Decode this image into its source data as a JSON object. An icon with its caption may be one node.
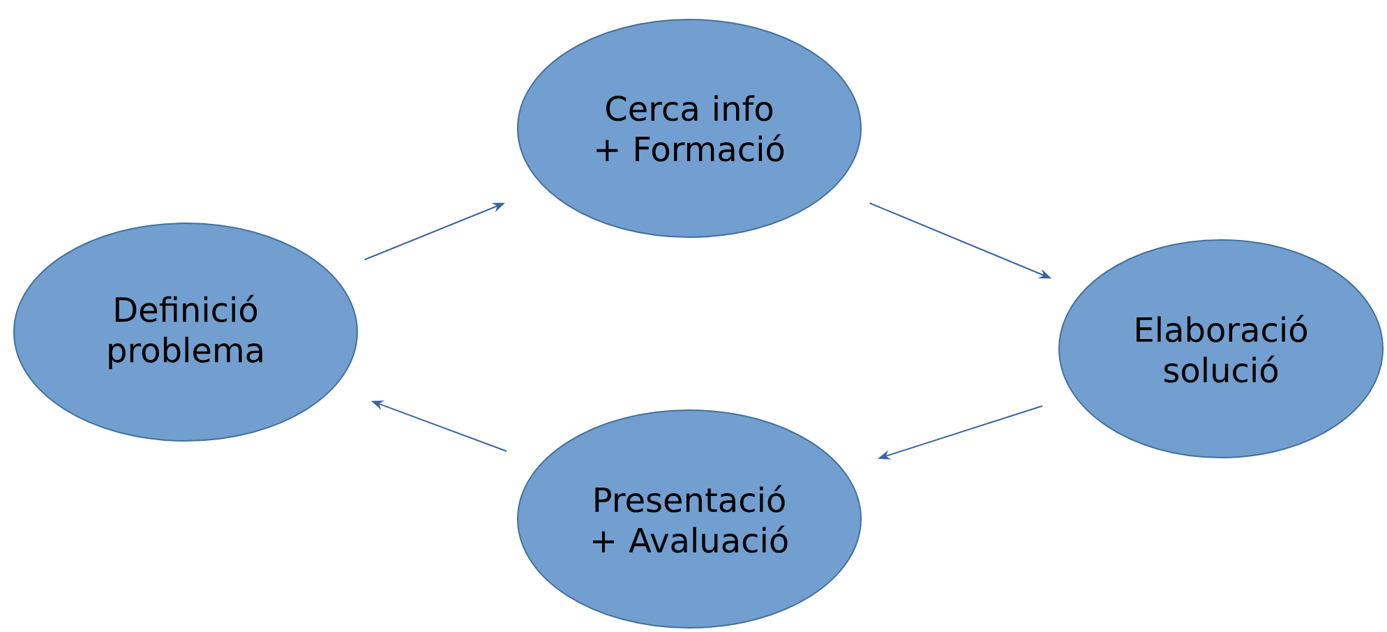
{
  "diagram": {
    "nodes": [
      {
        "text": [
          "Definició problema"
        ]
      },
      {
        "text": [
          "Cerca info + Formació"
        ]
      },
      {
        "text": [
          "Elaboració solució"
        ]
      },
      {
        "text": [
          "Presentació + Avaluació"
        ]
      }
    ],
    "edges": [
      {
        "from": 0,
        "to": 1,
        "arrow": "to"
      },
      {
        "from": 1,
        "to": 2,
        "arrow": "to"
      },
      {
        "from": 2,
        "to": 3,
        "arrow": "to"
      },
      {
        "from": 3,
        "to": 0,
        "arrow": "to"
      }
    ]
  }
}
